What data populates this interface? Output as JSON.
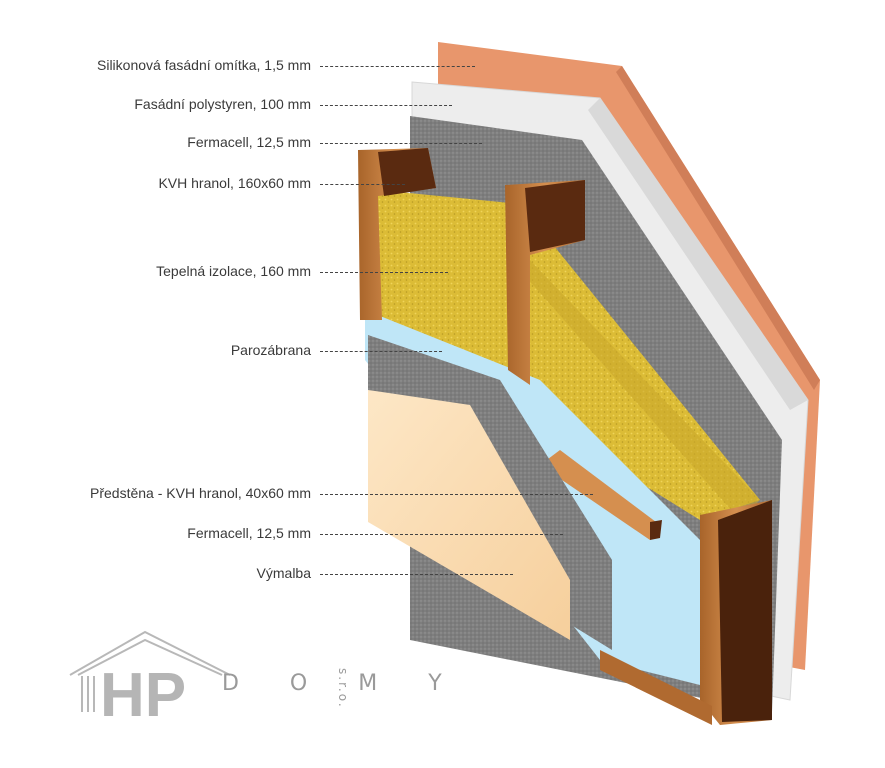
{
  "labels": [
    "Silikonová fasádní omítka, 1,5 mm",
    "Fasádní polystyren, 100 mm",
    "Fermacell, 12,5 mm",
    "KVH hranol, 160x60 mm",
    "Tepelná izolace, 160 mm",
    "Parozábrana",
    "Předstěna - KVH hranol, 40x60 mm",
    "Fermacell, 12,5 mm",
    "Výmalba"
  ],
  "logo": {
    "letters": "D O M Y",
    "suffix": "s.r.o."
  },
  "colors": {
    "plaster": "#e89870",
    "polystyrene": "#eeeeee",
    "fermacell": "#8a8a8a",
    "insulation": "#e0c23a",
    "timber": "#c07a40",
    "vapor_barrier": "#b8e4f6",
    "paint": "#fbdcb2",
    "logo": "#b0b0b0"
  }
}
